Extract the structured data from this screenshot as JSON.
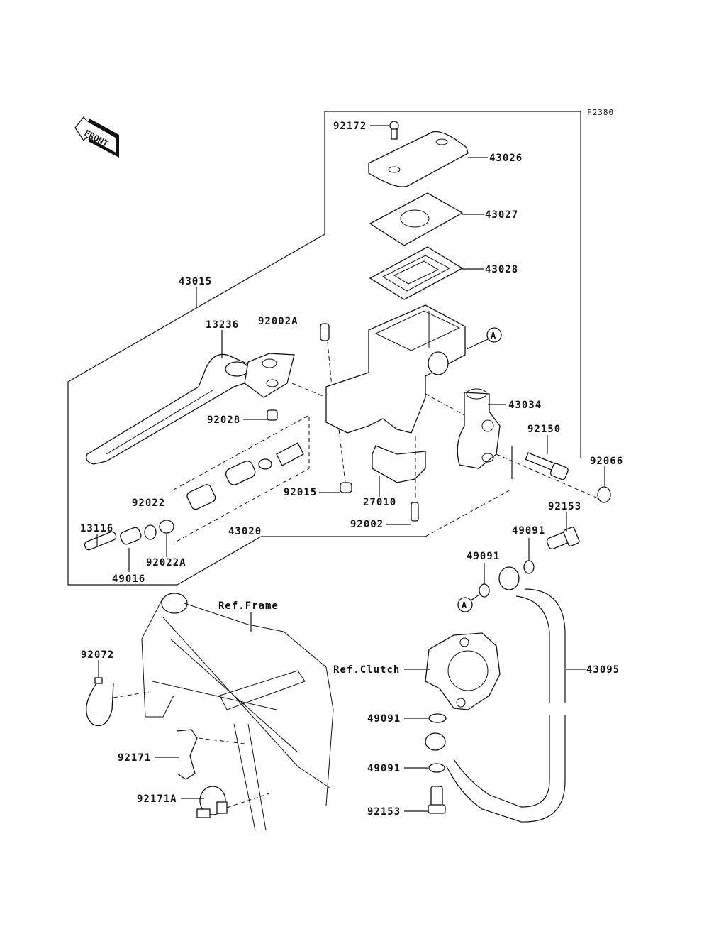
{
  "figure_code": "F2380",
  "front_indicator": "FRONT",
  "ref_marker": "A",
  "labels": {
    "p92172": "92172",
    "p43026": "43026",
    "p43027": "43027",
    "p43028": "43028",
    "p43015": "43015",
    "p13236": "13236",
    "p92002A": "92002A",
    "p43034": "43034",
    "p92028": "92028",
    "p92150": "92150",
    "p92066": "92066",
    "p92022": "92022",
    "p92015": "92015",
    "p27010": "27010",
    "p92153_top": "92153",
    "p13116": "13116",
    "p43020": "43020",
    "p92002": "92002",
    "p49091_a": "49091",
    "p49091_b": "49091",
    "p92022A": "92022A",
    "p49016": "49016",
    "ref_frame": "Ref.Frame",
    "p92072": "92072",
    "ref_clutch": "Ref.Clutch",
    "p43095": "43095",
    "p49091_c": "49091",
    "p92171": "92171",
    "p49091_d": "49091",
    "p92171A": "92171A",
    "p92153_bottom": "92153"
  }
}
